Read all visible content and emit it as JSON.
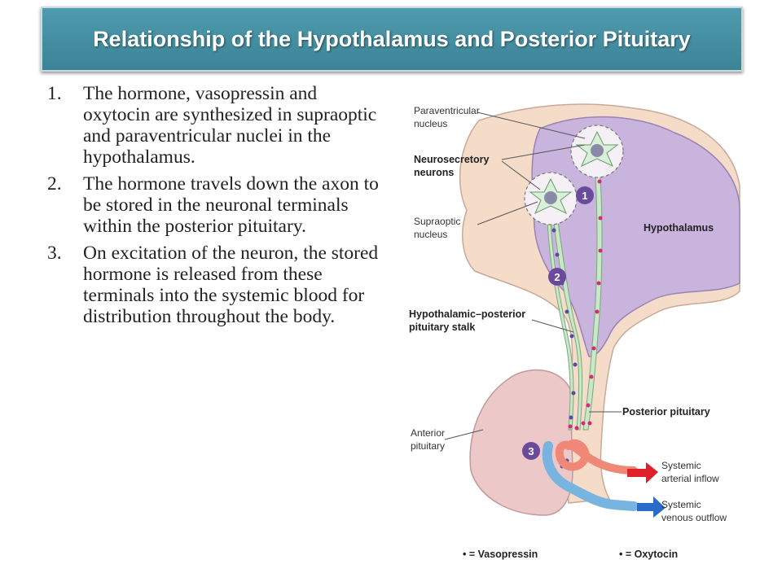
{
  "header": {
    "title": "Relationship of the Hypothalamus and Posterior Pituitary"
  },
  "steps": [
    {
      "number": "1.",
      "text": "The hormone, vasopressin and oxytocin are synthesized in supraoptic and paraventricular nuclei in the hypothalamus."
    },
    {
      "number": "2.",
      "text": "The hormone travels down the axon to be stored in the neuronal terminals within the posterior pituitary."
    },
    {
      "number": "3.",
      "text": "On excitation of the neuron, the stored hormone is released from these terminals into the systemic blood for distribution throughout the body."
    }
  ],
  "diagram": {
    "labels": {
      "paraventricular_1": "Paraventricular",
      "paraventricular_2": "nucleus",
      "neurosecretory_1": "Neurosecretory",
      "neurosecretory_2": "neurons",
      "supraoptic_1": "Supraoptic",
      "supraoptic_2": "nucleus",
      "hypothalamus": "Hypothalamus",
      "stalk_1": "Hypothalamic–posterior",
      "stalk_2": "pituitary stalk",
      "posterior_pituitary": "Posterior pituitary",
      "anterior_1": "Anterior",
      "anterior_2": "pituitary",
      "arterial_1": "Systemic",
      "arterial_2": "arterial inflow",
      "venous_1": "Systemic",
      "venous_2": "venous outflow"
    },
    "badges": [
      "1",
      "2",
      "3"
    ],
    "legend": {
      "vasopressin": "• = Vasopressin",
      "oxytocin": "• = Oxytocin"
    },
    "colors": {
      "hypothalamus": "#c8b4dc",
      "tissue": "#f5dcc8",
      "axon": "#c8e8c8",
      "vasopressin": "#5a4aa0",
      "oxytocin": "#d8287a",
      "artery": "#f08878",
      "vein": "#78b4e0",
      "badge": "#6a4a9a",
      "arrow_in": "#e0202a",
      "arrow_out": "#2a6ac8",
      "legend_oxytocin": "#d8287a"
    }
  }
}
